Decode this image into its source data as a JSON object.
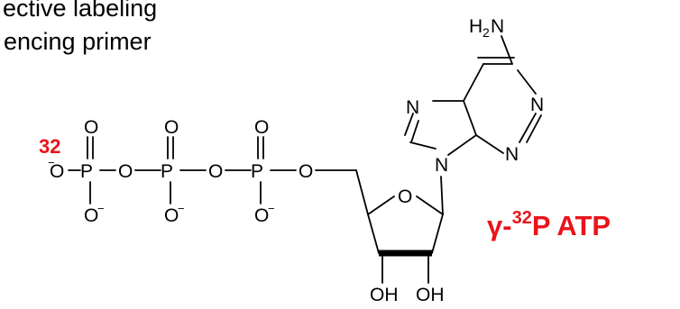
{
  "captions": {
    "line1": "ective labeling",
    "line2": "encing primer"
  },
  "molecule": {
    "isotope_mass": "32",
    "phosphorus": "P",
    "oxygen": "O",
    "charge": "−",
    "amine_h": "H",
    "amine_sub": "2",
    "amine_n": "N",
    "ring_n": "N",
    "hydroxyl": "OH"
  },
  "title": {
    "prefix": "γ-",
    "isotope_mass": "32",
    "suffix": "P ATP"
  },
  "colors": {
    "accent": "#e8141c",
    "ink": "#000000"
  }
}
